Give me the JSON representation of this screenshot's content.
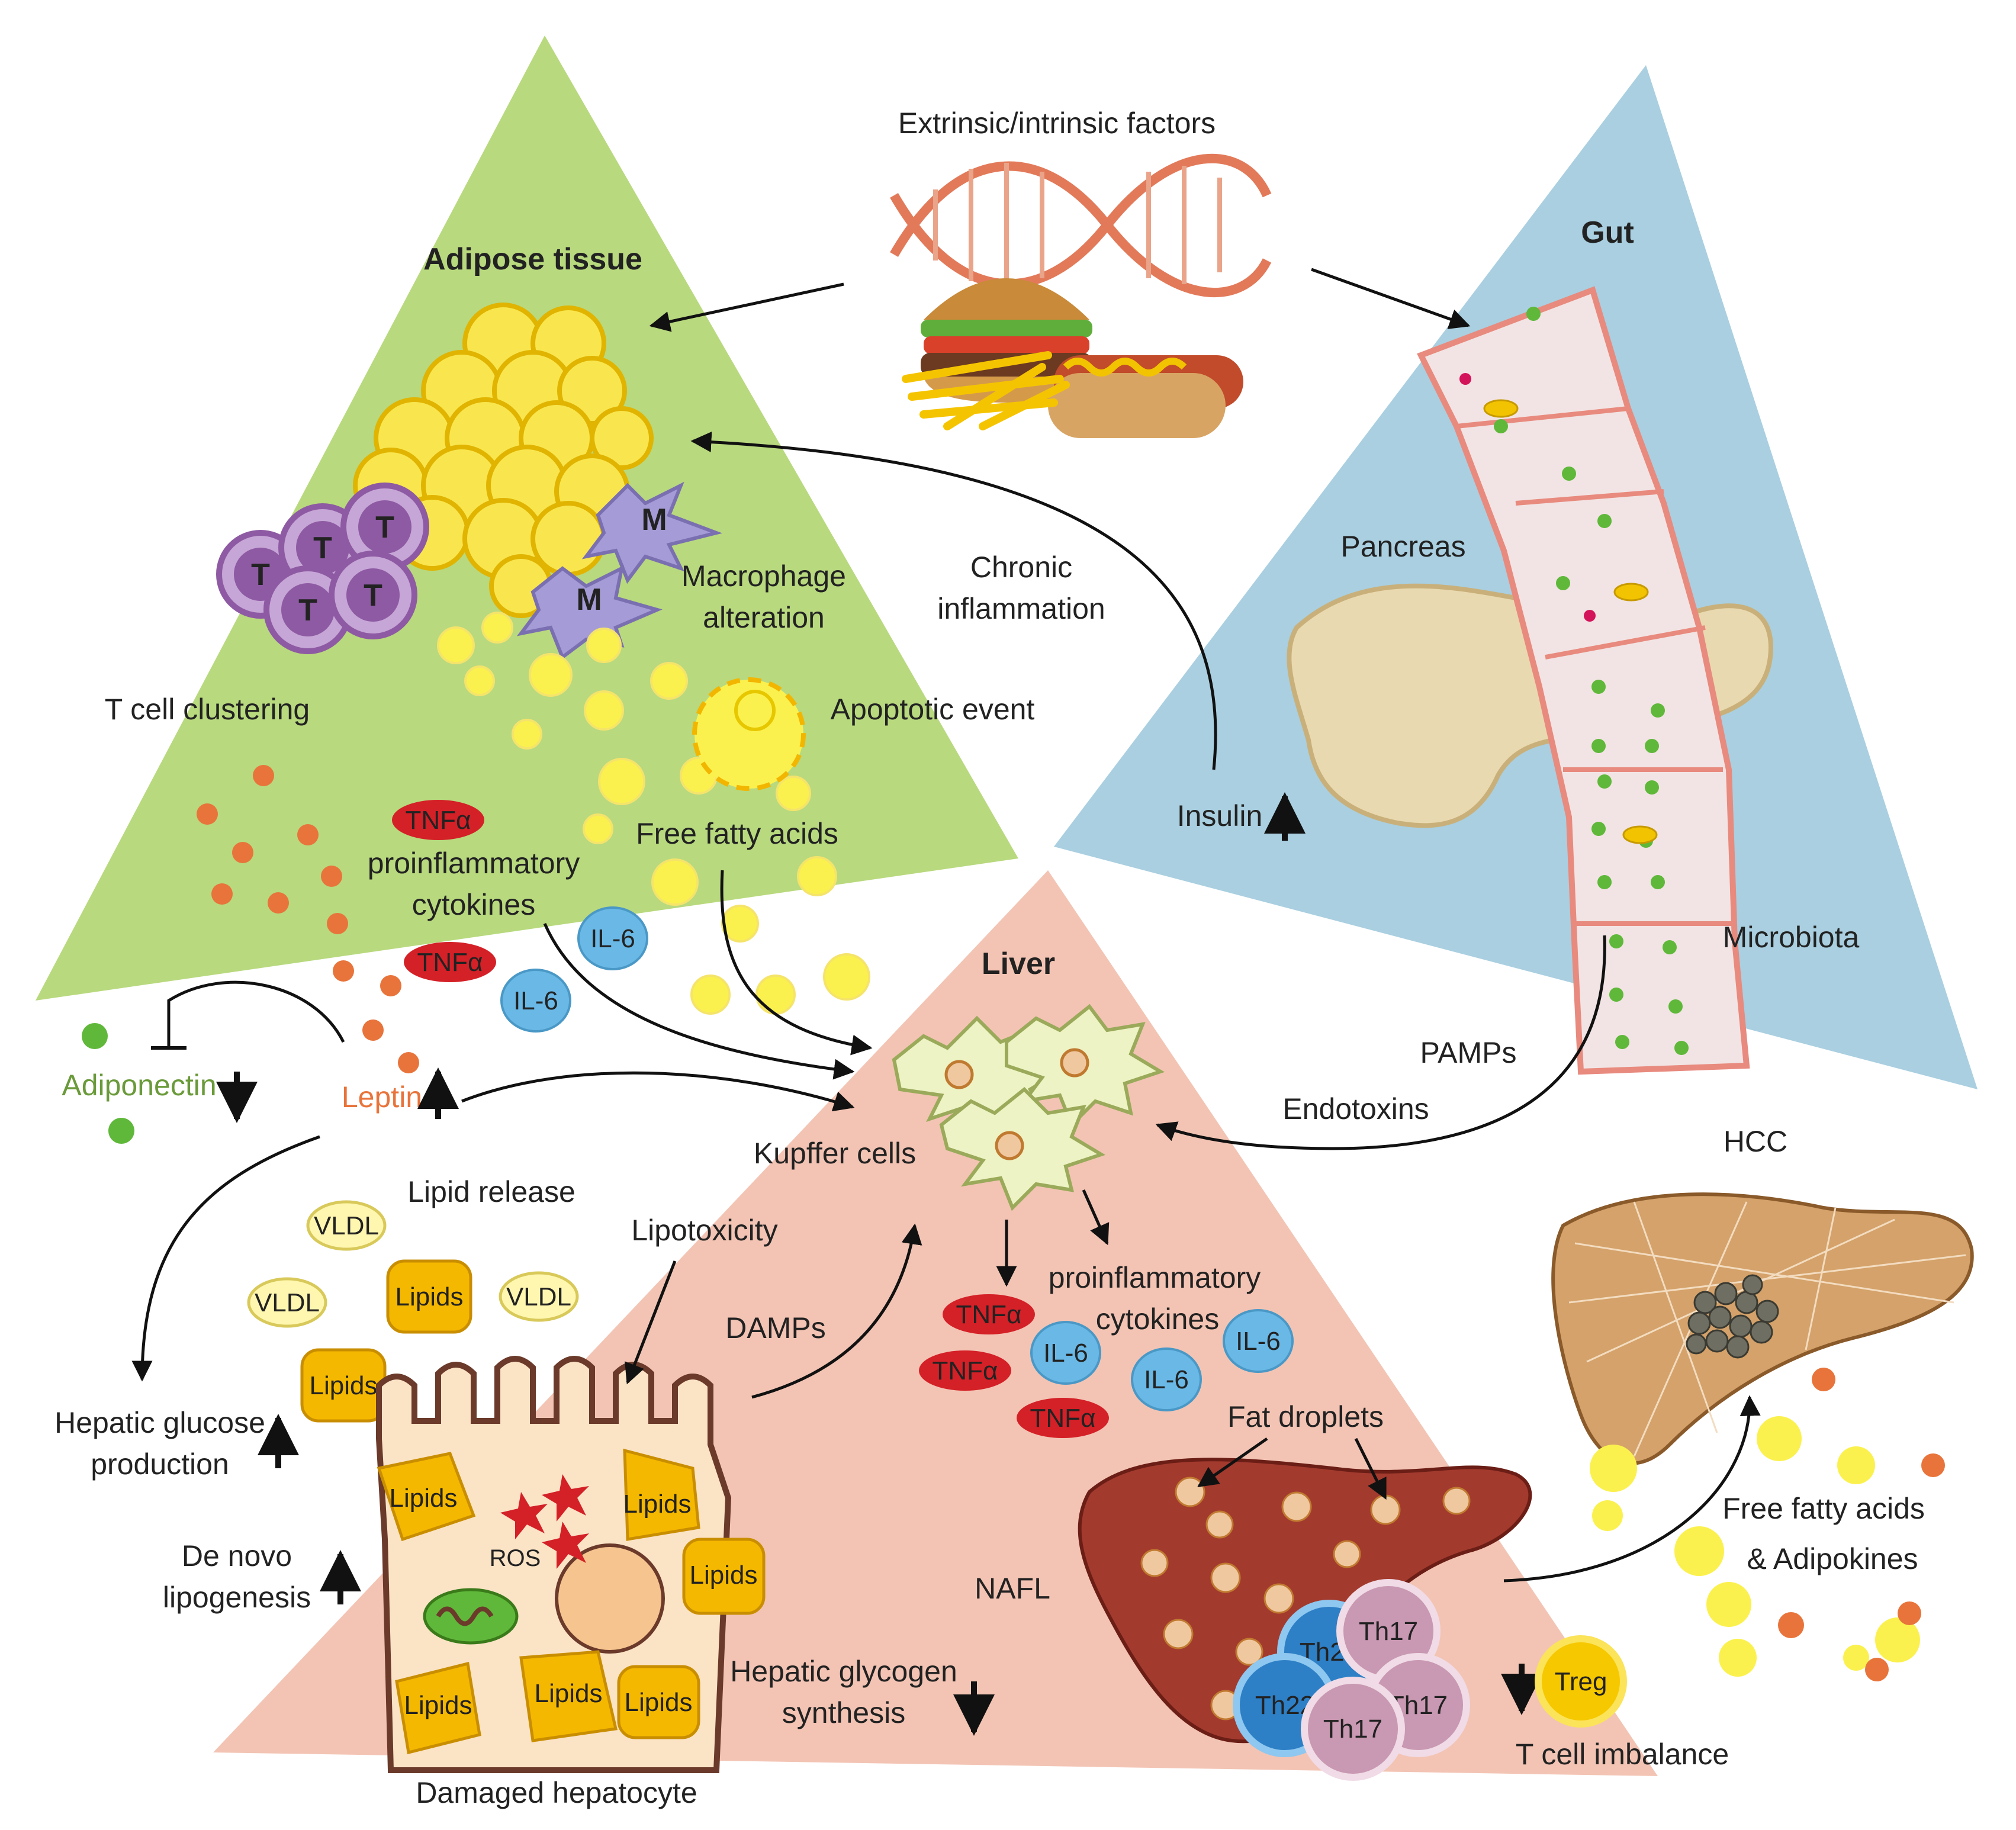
{
  "regions": {
    "adipose": {
      "title": "Adipose tissue",
      "color": "#b8d97e"
    },
    "gut": {
      "title": "Gut",
      "color": "#a9cfe0"
    },
    "liver": {
      "title": "Liver",
      "color": "#f3c4b4"
    }
  },
  "labels": {
    "extrinsic": "Extrinsic/intrinsic factors",
    "macrophage_1": "Macrophage",
    "macrophage_2": "alteration",
    "t_cell_clustering": "T cell clustering",
    "apoptotic": "Apoptotic event",
    "free_fatty_acids": "Free fatty acids",
    "proinflammatory_1": "proinflammatory",
    "cytokines": "cytokines",
    "chronic_1": "Chronic",
    "chronic_2": "inflammation",
    "pancreas": "Pancreas",
    "insulin": "Insulin",
    "microbiota": "Microbiota",
    "pamps": "PAMPs",
    "endotoxins": "Endotoxins",
    "adiponectin": "Adiponectin",
    "leptin": "Leptin",
    "kupffer": "Kupffer cells",
    "lipid_release": "Lipid release",
    "lipotoxicity": "Lipotoxicity",
    "damps": "DAMPs",
    "hepatic_glucose_1": "Hepatic glucose",
    "hepatic_glucose_2": "production",
    "de_novo_1": "De novo",
    "de_novo_2": "lipogenesis",
    "ros": "ROS",
    "damaged_hepatocyte": "Damaged hepatocyte",
    "hepatic_glycogen_1": "Hepatic glycogen",
    "hepatic_glycogen_2": "synthesis",
    "fat_droplets": "Fat droplets",
    "nafl": "NAFL",
    "hcc": "HCC",
    "ffa_adipokines_1": "Free fatty acids",
    "ffa_adipokines_2": "& Adipokines",
    "t_cell_imbalance": "T cell imbalance"
  },
  "cells": {
    "t": "T",
    "m": "M",
    "th22": "Th22",
    "th17": "Th17",
    "treg": "Treg"
  },
  "molecules": {
    "tnf": "TNFα",
    "il6": "IL-6",
    "vldl": "VLDL",
    "lipids": "Lipids"
  },
  "colors": {
    "tnf": "#d42027",
    "il6": "#6ab8e6",
    "vldl": "#fff7b0",
    "lipids": "#f5b800",
    "adipocyte": "#f9e64f",
    "t_cell": "#8e5aa3",
    "macrophage": "#a59bd6",
    "liver_organ": "#a33a2e",
    "hcc_liver": "#d4a26a",
    "pancreas": "#e9d9b0",
    "gut_wall": "#f2e4e4",
    "kupffer": "#edf3c4",
    "th22": "#2d7fc6",
    "th17": "#c998b2",
    "treg": "#f6c800"
  }
}
